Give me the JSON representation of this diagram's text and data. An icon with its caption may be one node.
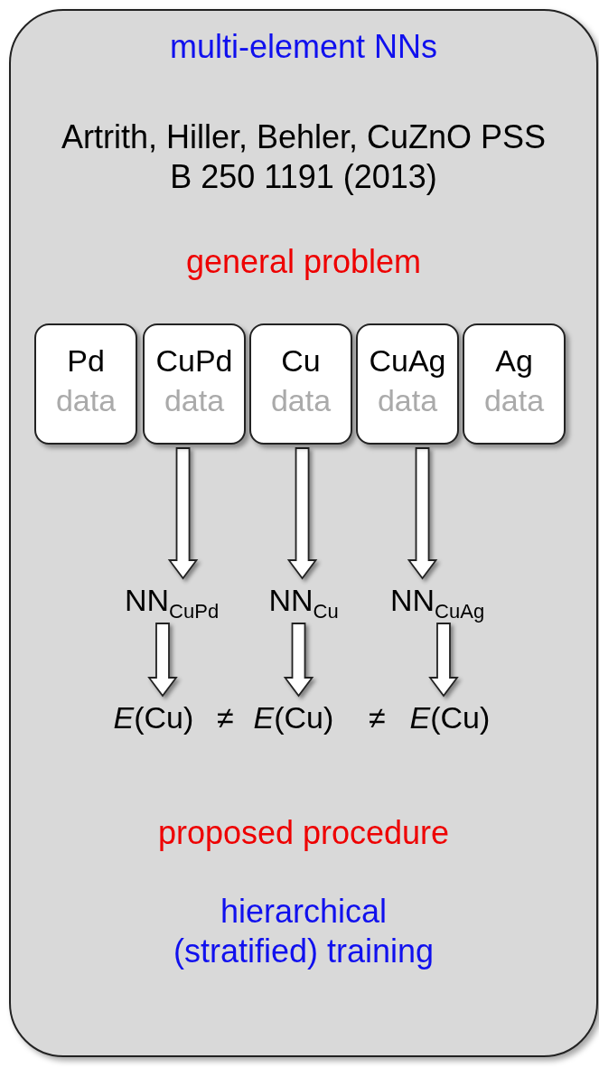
{
  "diagram": {
    "nodes": [
      {
        "text": [
          "multi-element NNs",
          "Artrith, Hiller, Behler, CuZnO PSS B 250 1191 (2013)",
          "general problem",
          "proposed procedure",
          "hierarchical (stratified) training"
        ]
      },
      {
        "text": [
          "Pd",
          "data"
        ],
        "in": 0
      },
      {
        "text": [
          "CuPd",
          "data"
        ],
        "in": 0
      },
      {
        "text": [
          "Cu",
          "data"
        ],
        "in": 0
      },
      {
        "text": [
          "CuAg",
          "data"
        ],
        "in": 0
      },
      {
        "text": [
          "Ag",
          "data"
        ],
        "in": 0
      },
      {
        "text": [
          "NN$_{CuPd}$"
        ],
        "in": 0
      },
      {
        "text": [
          "NN$_{Cu}$"
        ],
        "in": 0
      },
      {
        "text": [
          "NN$_{CuAg}$"
        ],
        "in": 0
      },
      {
        "text": [
          "*E*(Cu)"
        ],
        "in": 0
      },
      {
        "text": [
          "*E*(Cu)"
        ],
        "in": 0
      },
      {
        "text": [
          "*E*(Cu)"
        ],
        "in": 0
      }
    ],
    "edges": [
      {
        "from": 2,
        "to": 6,
        "arrow": "to"
      },
      {
        "from": 3,
        "to": 7,
        "arrow": "to"
      },
      {
        "from": 4,
        "to": 8,
        "arrow": "to"
      },
      {
        "from": 6,
        "to": 9,
        "arrow": "to"
      },
      {
        "from": 7,
        "to": 10,
        "arrow": "to"
      },
      {
        "from": 8,
        "to": 11,
        "arrow": "to"
      }
    ],
    "labels": [
      "≠",
      "≠"
    ]
  }
}
